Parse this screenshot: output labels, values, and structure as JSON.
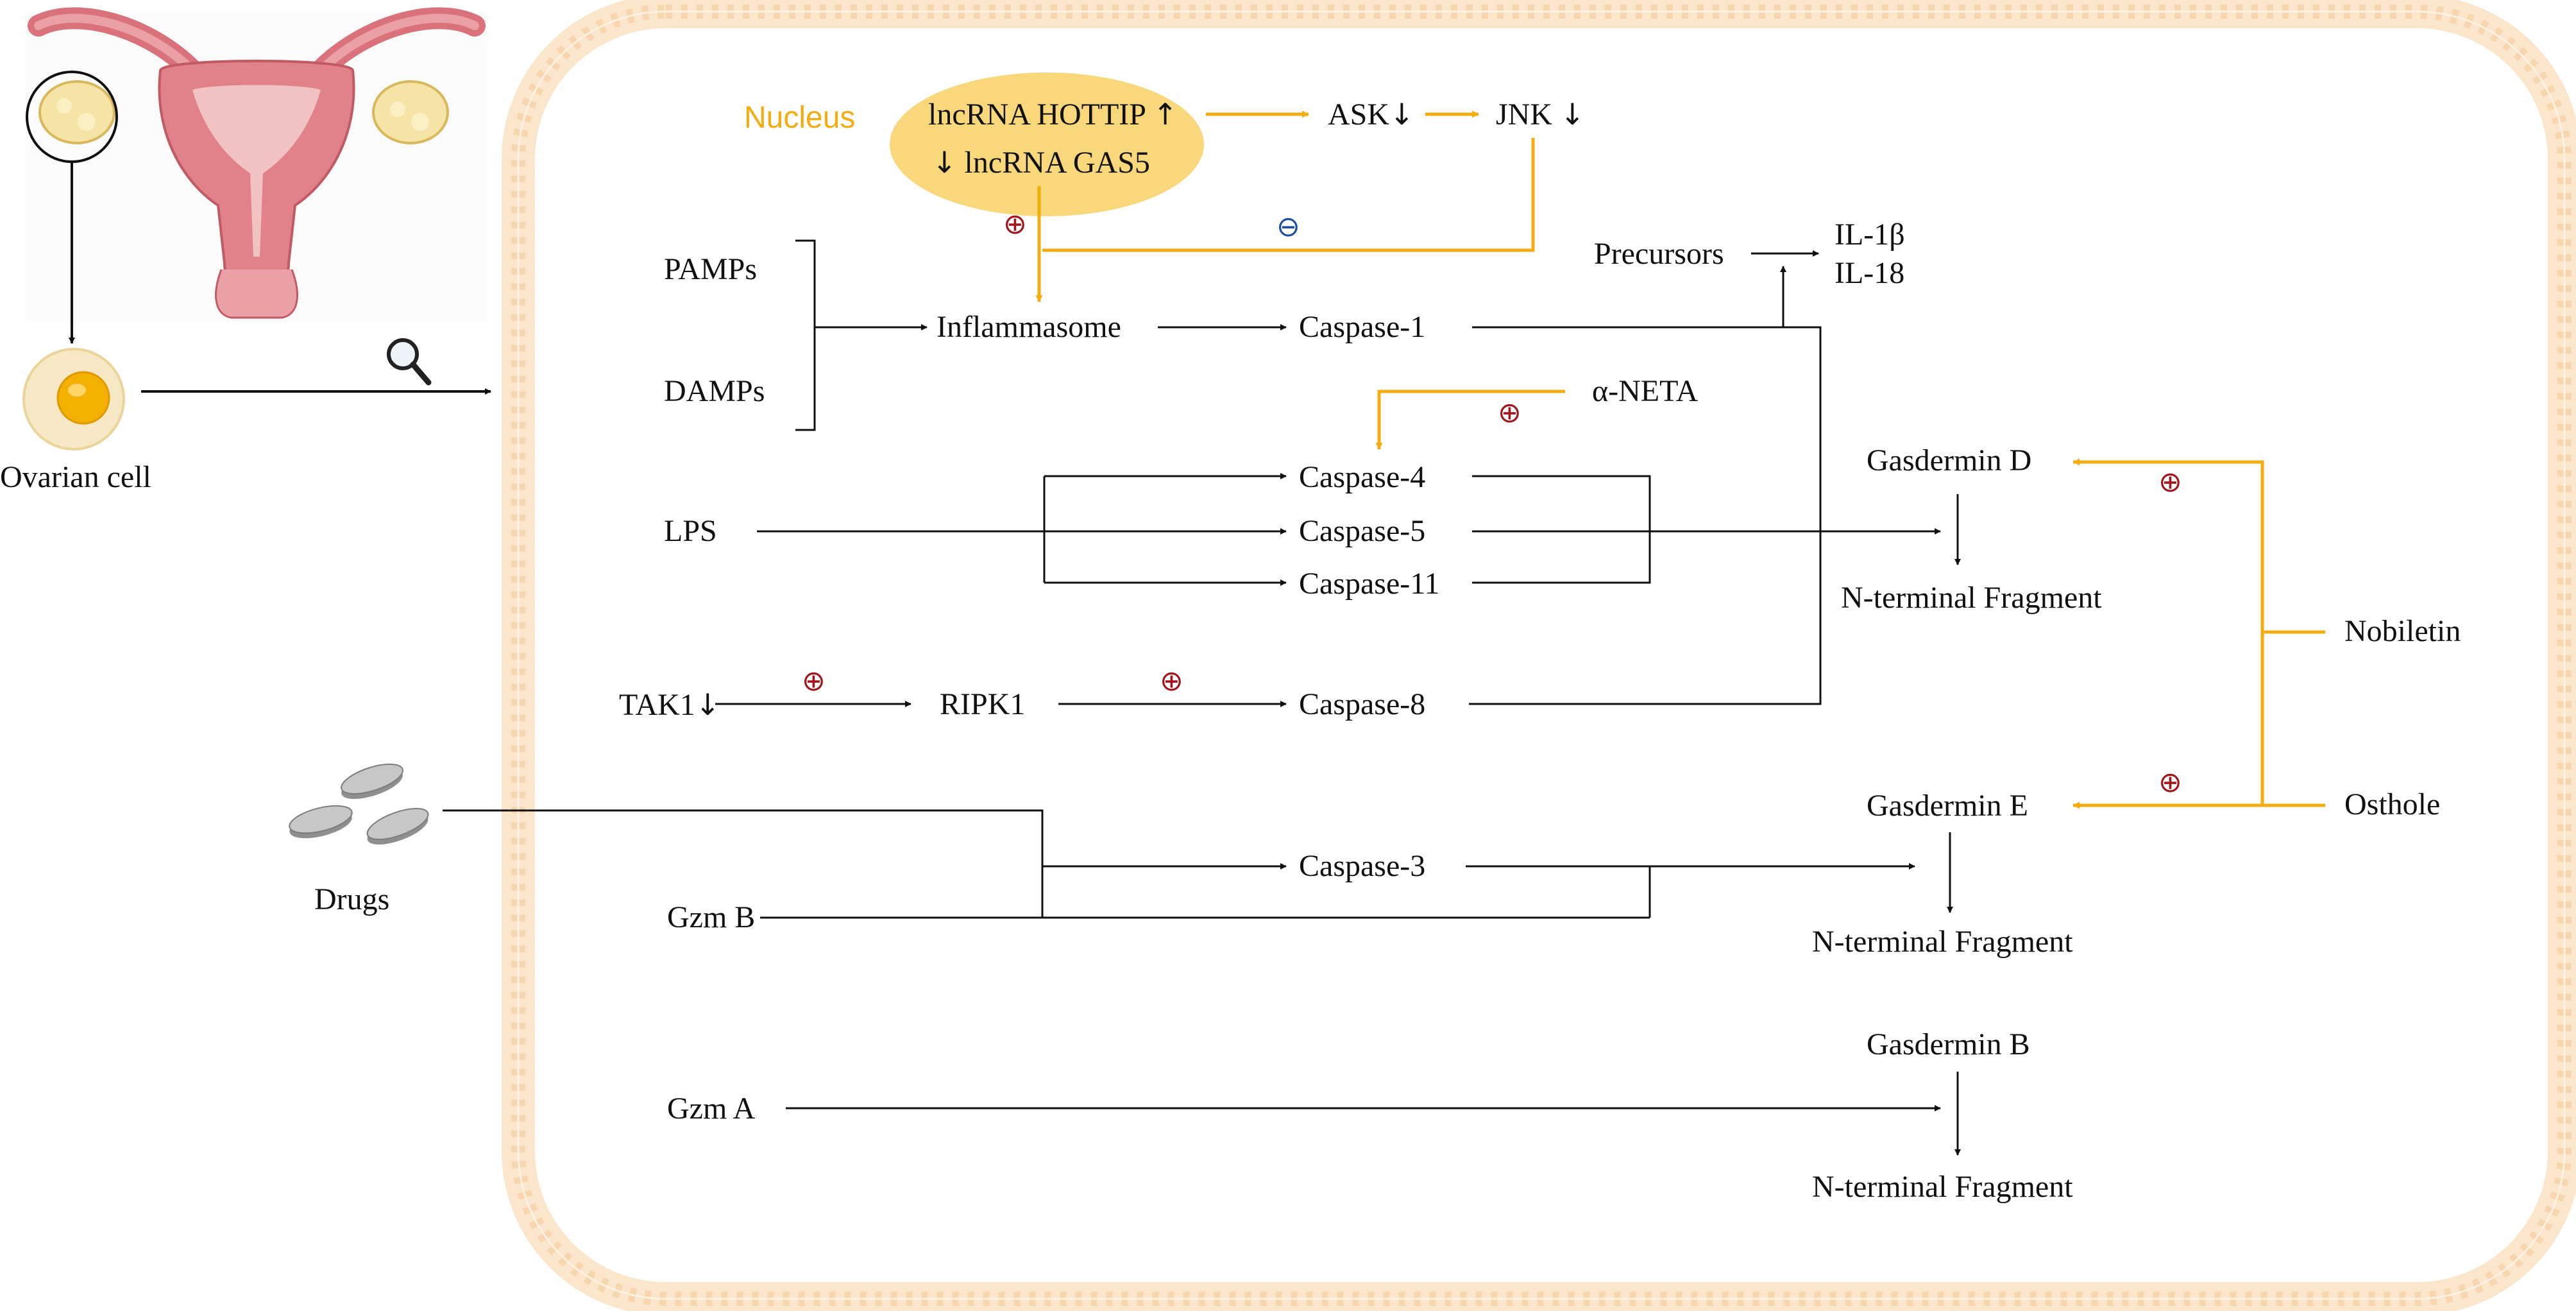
{
  "colors": {
    "membrane": "#fbe6cc",
    "membrane_head": "#f9dcb8",
    "nucleus": "#f8d87a",
    "yellow_arrow": "#f4ac10",
    "black_arrow": "#111111",
    "plus_sign": "#a3151c",
    "minus_sign": "#1f4fa3",
    "cell_fill": "#f6e8c4",
    "cell_core": "#f3b000"
  },
  "icons": [
    "uterus-ovaries-illustration",
    "ovarian-cell-icon",
    "magnifier-icon",
    "drug-tablets-icon"
  ],
  "labels": {
    "ovarian_cell": "Ovarian cell",
    "drugs": "Drugs",
    "nucleus": "Nucleus",
    "lnc_hottip": "lncRNA HOTTIP",
    "lnc_gas5": "lncRNA GAS5",
    "ask": "ASK",
    "jnk": "JNK",
    "pamps": "PAMPs",
    "damps": "DAMPs",
    "inflammasome": "Inflammasome",
    "caspase1": "Caspase-1",
    "precursors": "Precursors",
    "il1b": "IL-1β",
    "il18": "IL-18",
    "aneta": "α-NETA",
    "lps": "LPS",
    "caspase4": "Caspase-4",
    "caspase5": "Caspase-5",
    "caspase11": "Caspase-11",
    "gsdmd": "Gasdermin D",
    "nterm_d": "N-terminal Fragment",
    "nobiletin": "Nobiletin",
    "tak1": "TAK1",
    "ripk1": "RIPK1",
    "caspase8": "Caspase-8",
    "gsdme": "Gasdermin E",
    "osthole": "Osthole",
    "caspase3": "Caspase-3",
    "gzmb": "Gzm B",
    "nterm_e": "N-terminal Fragment",
    "gsdmb": "Gasdermin B",
    "gzma": "Gzm A",
    "nterm_b": "N-terminal Fragment"
  },
  "arrows": {
    "up": "↑",
    "down": "↓"
  },
  "signs": {
    "plus": "⊕",
    "minus": "⊖"
  }
}
